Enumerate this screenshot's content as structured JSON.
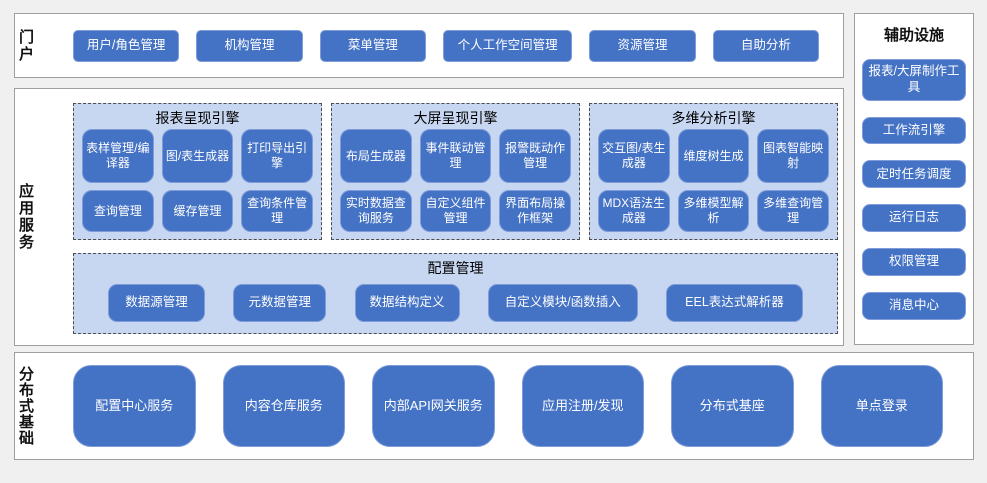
{
  "colors": {
    "button_fill": "#4472c4",
    "button_border": "#7f9cd9",
    "panel_fill": "#c8d7f1",
    "panel_dash_border": "#4d4d4d",
    "box_border": "#9e9e9e",
    "page_bg": "#f0f0f0"
  },
  "portal": {
    "label": "门户",
    "items": [
      "用户/角色管理",
      "机构管理",
      "菜单管理",
      "个人工作空间管理",
      "资源管理",
      "自助分析"
    ]
  },
  "app_services": {
    "label": "应用服务",
    "groups": [
      {
        "title": "报表呈现引擎",
        "rows": [
          [
            "表样管理/编译器",
            "图/表生成器",
            "打印导出引擎"
          ],
          [
            "查询管理",
            "缓存管理",
            "查询条件管理"
          ]
        ]
      },
      {
        "title": "大屏呈现引擎",
        "rows": [
          [
            "布局生成器",
            "事件联动管理",
            "报警既动作管理"
          ],
          [
            "实时数据查询服务",
            "自定义组件管理",
            "界面布局操作框架"
          ]
        ]
      },
      {
        "title": "多维分析引擎",
        "rows": [
          [
            "交互图/表生成器",
            "维度树生成",
            "图表智能映射"
          ],
          [
            "MDX语法生成器",
            "多维模型解析",
            "多维查询管理"
          ]
        ]
      }
    ],
    "config": {
      "title": "配置管理",
      "items": [
        "数据源管理",
        "元数据管理",
        "数据结构定义",
        "自定义模块/函数插入",
        "EEL表达式解析器"
      ]
    }
  },
  "auxiliary": {
    "title": "辅助设施",
    "items": [
      "报表/大屏制作工具",
      "工作流引擎",
      "定时任务调度",
      "运行日志",
      "权限管理",
      "消息中心"
    ]
  },
  "foundation": {
    "label": "分布式基础",
    "items": [
      "配置中心服务",
      "内容仓库服务",
      "内部API网关服务",
      "应用注册/发现",
      "分布式基座",
      "单点登录"
    ]
  }
}
